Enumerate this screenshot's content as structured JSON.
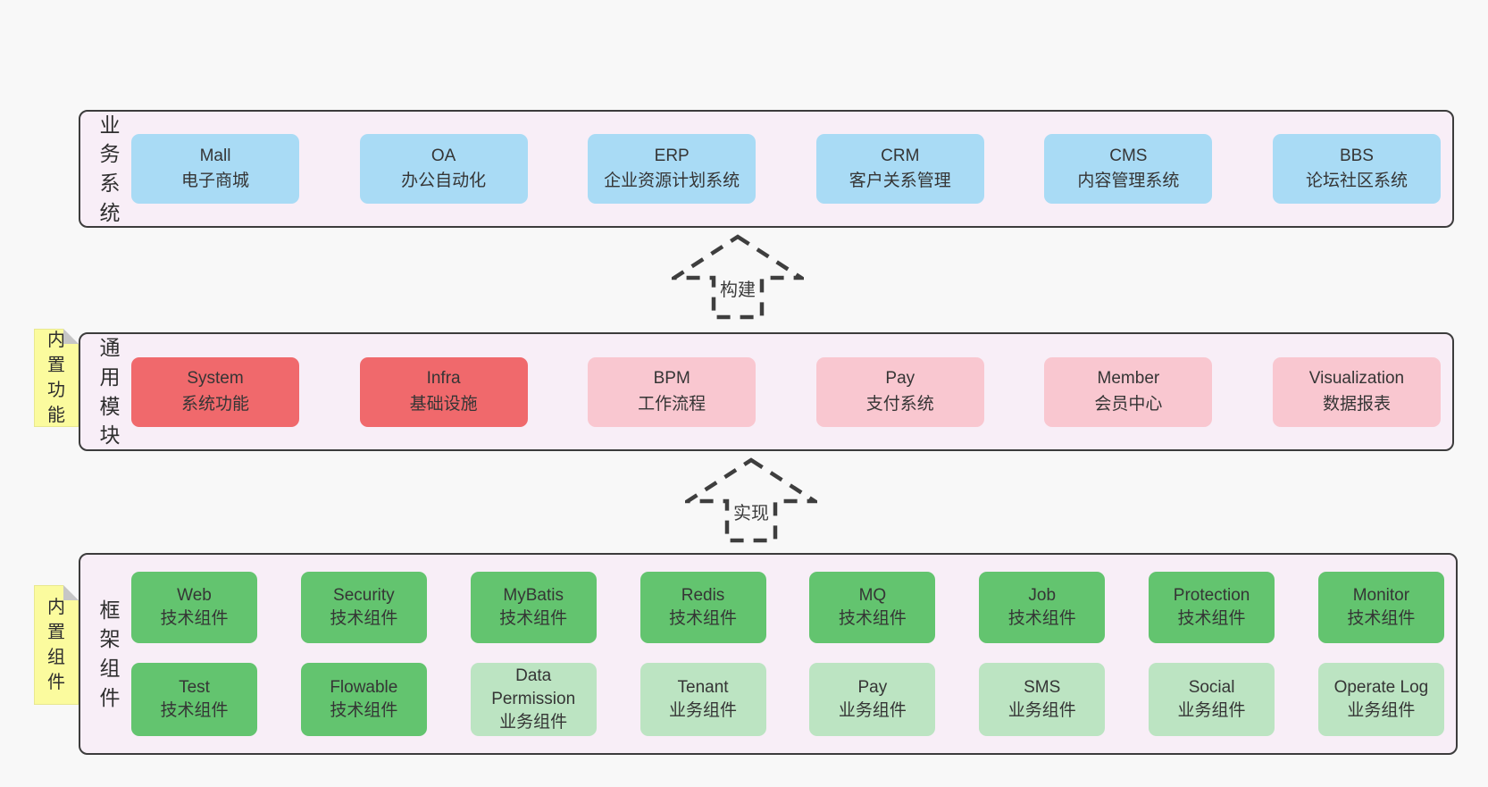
{
  "layers": [
    {
      "label": "业务系统",
      "boxes": [
        {
          "title": "Mall",
          "subtitle": "电子商城"
        },
        {
          "title": "OA",
          "subtitle": "办公自动化"
        },
        {
          "title": "ERP",
          "subtitle": "企业资源计划系统"
        },
        {
          "title": "CRM",
          "subtitle": "客户关系管理"
        },
        {
          "title": "CMS",
          "subtitle": "内容管理系统"
        },
        {
          "title": "BBS",
          "subtitle": "论坛社区系统"
        }
      ]
    },
    {
      "label": "通用模块",
      "sticky_note": "内置功能",
      "boxes": [
        {
          "title": "System",
          "subtitle": "系统功能",
          "variant": "red"
        },
        {
          "title": "Infra",
          "subtitle": "基础设施",
          "variant": "red"
        },
        {
          "title": "BPM",
          "subtitle": "工作流程",
          "variant": "pink"
        },
        {
          "title": "Pay",
          "subtitle": "支付系统",
          "variant": "pink"
        },
        {
          "title": "Member",
          "subtitle": "会员中心",
          "variant": "pink"
        },
        {
          "title": "Visualization",
          "subtitle": "数据报表",
          "variant": "pink"
        }
      ]
    },
    {
      "label": "框架组件",
      "sticky_note": "内置组件",
      "rows": [
        [
          {
            "title": "Web",
            "subtitle": "技术组件",
            "variant": "green"
          },
          {
            "title": "Security",
            "subtitle": "技术组件",
            "variant": "green"
          },
          {
            "title": "MyBatis",
            "subtitle": "技术组件",
            "variant": "green"
          },
          {
            "title": "Redis",
            "subtitle": "技术组件",
            "variant": "green"
          },
          {
            "title": "MQ",
            "subtitle": "技术组件",
            "variant": "green"
          },
          {
            "title": "Job",
            "subtitle": "技术组件",
            "variant": "green"
          },
          {
            "title": "Protection",
            "subtitle": "技术组件",
            "variant": "green"
          },
          {
            "title": "Monitor",
            "subtitle": "技术组件",
            "variant": "green"
          }
        ],
        [
          {
            "title": "Test",
            "subtitle": "技术组件",
            "variant": "green"
          },
          {
            "title": "Flowable",
            "subtitle": "技术组件",
            "variant": "green"
          },
          {
            "title": "Data Permission",
            "subtitle": "业务组件",
            "variant": "green-light"
          },
          {
            "title": "Tenant",
            "subtitle": "业务组件",
            "variant": "green-light"
          },
          {
            "title": "Pay",
            "subtitle": "业务组件",
            "variant": "green-light"
          },
          {
            "title": "SMS",
            "subtitle": "业务组件",
            "variant": "green-light"
          },
          {
            "title": "Social",
            "subtitle": "业务组件",
            "variant": "green-light"
          },
          {
            "title": "Operate Log",
            "subtitle": "业务组件",
            "variant": "green-light"
          }
        ]
      ]
    }
  ],
  "arrows": [
    {
      "label": "构建"
    },
    {
      "label": "实现"
    }
  ],
  "colors": {
    "page_bg": "#f8f8f8",
    "layer_bg": "#f8eef7",
    "layer_border": "#3c3c3c",
    "blue": "#a9dbf5",
    "red": "#f0696c",
    "pink": "#f9c7d0",
    "green": "#63c46f",
    "green_light": "#bce4c2",
    "sticky_yellow": "#fbfb9e",
    "text": "#3a3a3a"
  }
}
